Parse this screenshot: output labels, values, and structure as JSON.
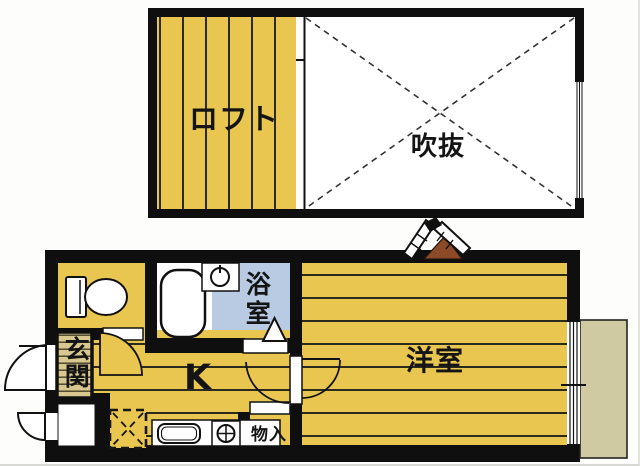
{
  "plan": {
    "type": "apartment-floor-plan-with-loft",
    "rooms": {
      "loft": "ロフト",
      "void": "吹抜",
      "entrance": "玄関",
      "bathroom": "浴室",
      "kitchen": "K",
      "western_room": "洋室",
      "storage": "物入"
    },
    "fixtures": [
      "toilet",
      "bathtub",
      "washbasin",
      "kitchen-sink",
      "gas-stove",
      "washer-space",
      "loft-ladder",
      "balcony"
    ],
    "colors": {
      "floor_yellow": "#e8c650",
      "plank_line": "#2b2b1d",
      "bath_blue": "#b9cbe2",
      "entrance_khaki": "#d8c88f",
      "balcony_tan": "#d0caa2",
      "ladder_brown": "#8b4b26",
      "wall_black": "#0f0f0f"
    }
  }
}
